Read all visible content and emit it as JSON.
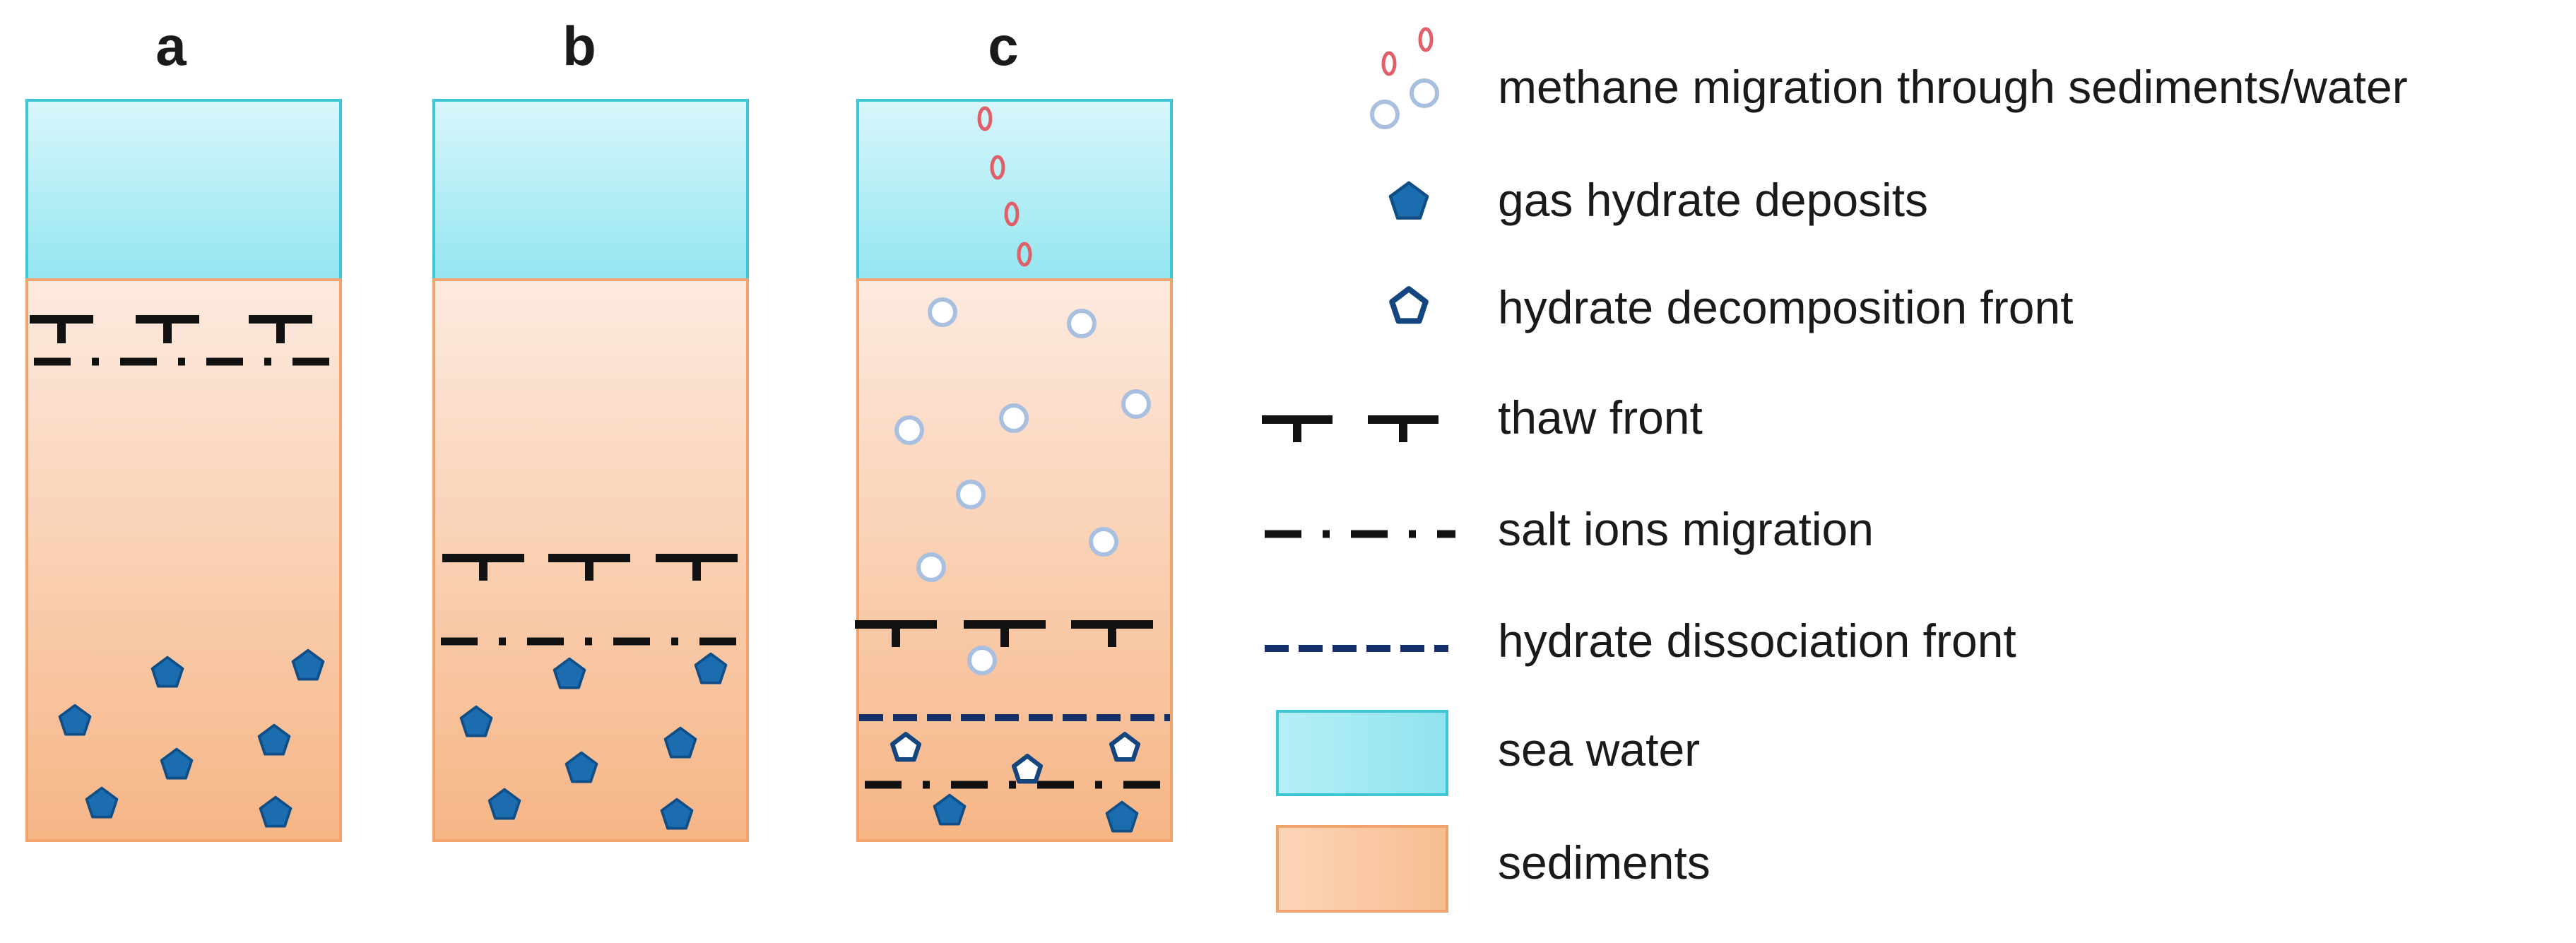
{
  "panels": [
    {
      "label": "a"
    },
    {
      "label": "b"
    },
    {
      "label": "c"
    }
  ],
  "legend": [
    {
      "key": "methane",
      "text": "methane migration through sediments/water",
      "icon": "methane-bubbles-icon"
    },
    {
      "key": "hydrate",
      "text": "gas hydrate deposits",
      "icon": "filled-pentagon-icon"
    },
    {
      "key": "decomp",
      "text": "hydrate decomposition front",
      "icon": "open-pentagon-icon"
    },
    {
      "key": "thaw",
      "text": "thaw front",
      "icon": "thaw-front-icon"
    },
    {
      "key": "salt",
      "text": "salt ions migration",
      "icon": "dash-dot-line-icon"
    },
    {
      "key": "dissoc",
      "text": "hydrate dissociation front",
      "icon": "dashed-line-icon"
    },
    {
      "key": "sea",
      "text": "sea water",
      "icon": "sea-water-swatch-icon"
    },
    {
      "key": "sed",
      "text": "sediments",
      "icon": "sediments-swatch-icon"
    }
  ],
  "colors": {
    "sea_top": "#d8f6fb",
    "sea_bottom": "#93e6f0",
    "sea_border": "#3ec6d4",
    "sed_top": "#fde8da",
    "sed_bottom": "#f7b98a",
    "sed_border": "#f0a36c",
    "hydrate_fill": "#1b6db0",
    "hydrate_stroke": "#0f4e86",
    "dissociation_line": "#14306b",
    "bubble_water": "#e0606a",
    "bubble_sediment": "#a9bfe0",
    "thaw_line": "#111111"
  }
}
